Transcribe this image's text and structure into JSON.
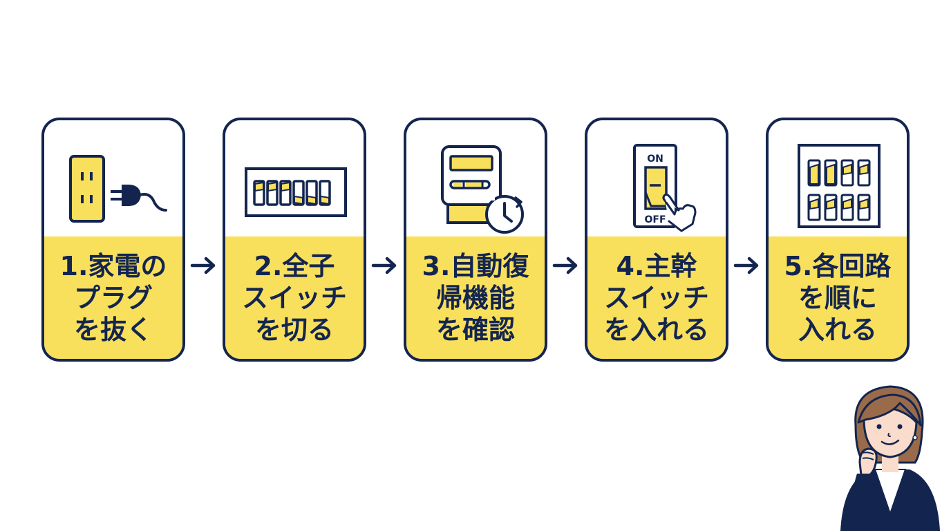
{
  "diagram": {
    "type": "process-flow",
    "colors": {
      "navy": "#13254f",
      "yellow": "#f9e05c",
      "white": "#ffffff",
      "hair": "#9a6b4a",
      "skin": "#f9dccb"
    },
    "steps": [
      {
        "number": "1",
        "lines": [
          "1.家電の",
          "プラグ",
          "を抜く"
        ],
        "icon": "outlet-and-plug-icon"
      },
      {
        "number": "2",
        "lines": [
          "2.全子",
          "スイッチ",
          "を切る"
        ],
        "icon": "breaker-panel-switches-off-icon"
      },
      {
        "number": "3",
        "lines": [
          "3.自動復",
          "帰機能",
          "を確認"
        ],
        "icon": "meter-with-clock-icon"
      },
      {
        "number": "4",
        "lines": [
          "4.主幹",
          "スイッチ",
          "を入れる"
        ],
        "icon": "main-switch-on-hand-icon",
        "icon_labels": {
          "on": "ON",
          "off": "OFF"
        }
      },
      {
        "number": "5",
        "lines": [
          "5.各回路",
          "を順に",
          "入れる"
        ],
        "icon": "breaker-grid-icon"
      }
    ],
    "connectors": [
      "arrow-right-icon",
      "arrow-right-icon",
      "arrow-right-icon",
      "arrow-right-icon"
    ],
    "character": "woman-thinking-illustration"
  }
}
